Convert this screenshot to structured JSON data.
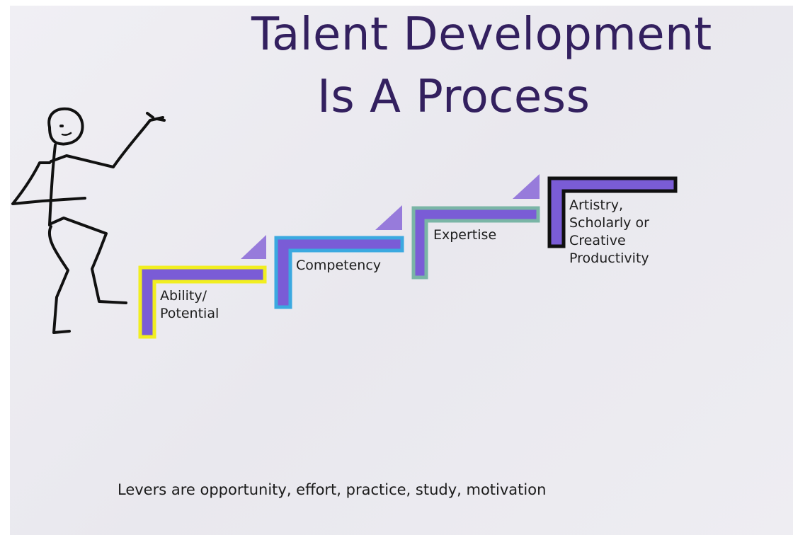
{
  "title": {
    "line1": "Talent Development",
    "line2": "Is A Process"
  },
  "steps": [
    {
      "lines": [
        "Ability/",
        "Potential"
      ],
      "border_color": "#f1ee20"
    },
    {
      "lines": [
        "Competency"
      ],
      "border_color": "#3ba9e0"
    },
    {
      "lines": [
        "Expertise"
      ],
      "border_color": "#7ab5a6"
    },
    {
      "lines": [
        "Artistry,",
        "Scholarly or",
        "Creative",
        "Productivity"
      ],
      "border_color": "#101010"
    }
  ],
  "footer": "Levers are opportunity, effort, practice, study, motivation",
  "colors": {
    "title": "#33205f",
    "step_fill": "#7a5cd6",
    "arrow_fill": "#8e6fd8",
    "stick_figure": "#111111"
  },
  "icons": {
    "figure": "stick-figure-icon",
    "arrow": "triangle-arrow-icon"
  }
}
